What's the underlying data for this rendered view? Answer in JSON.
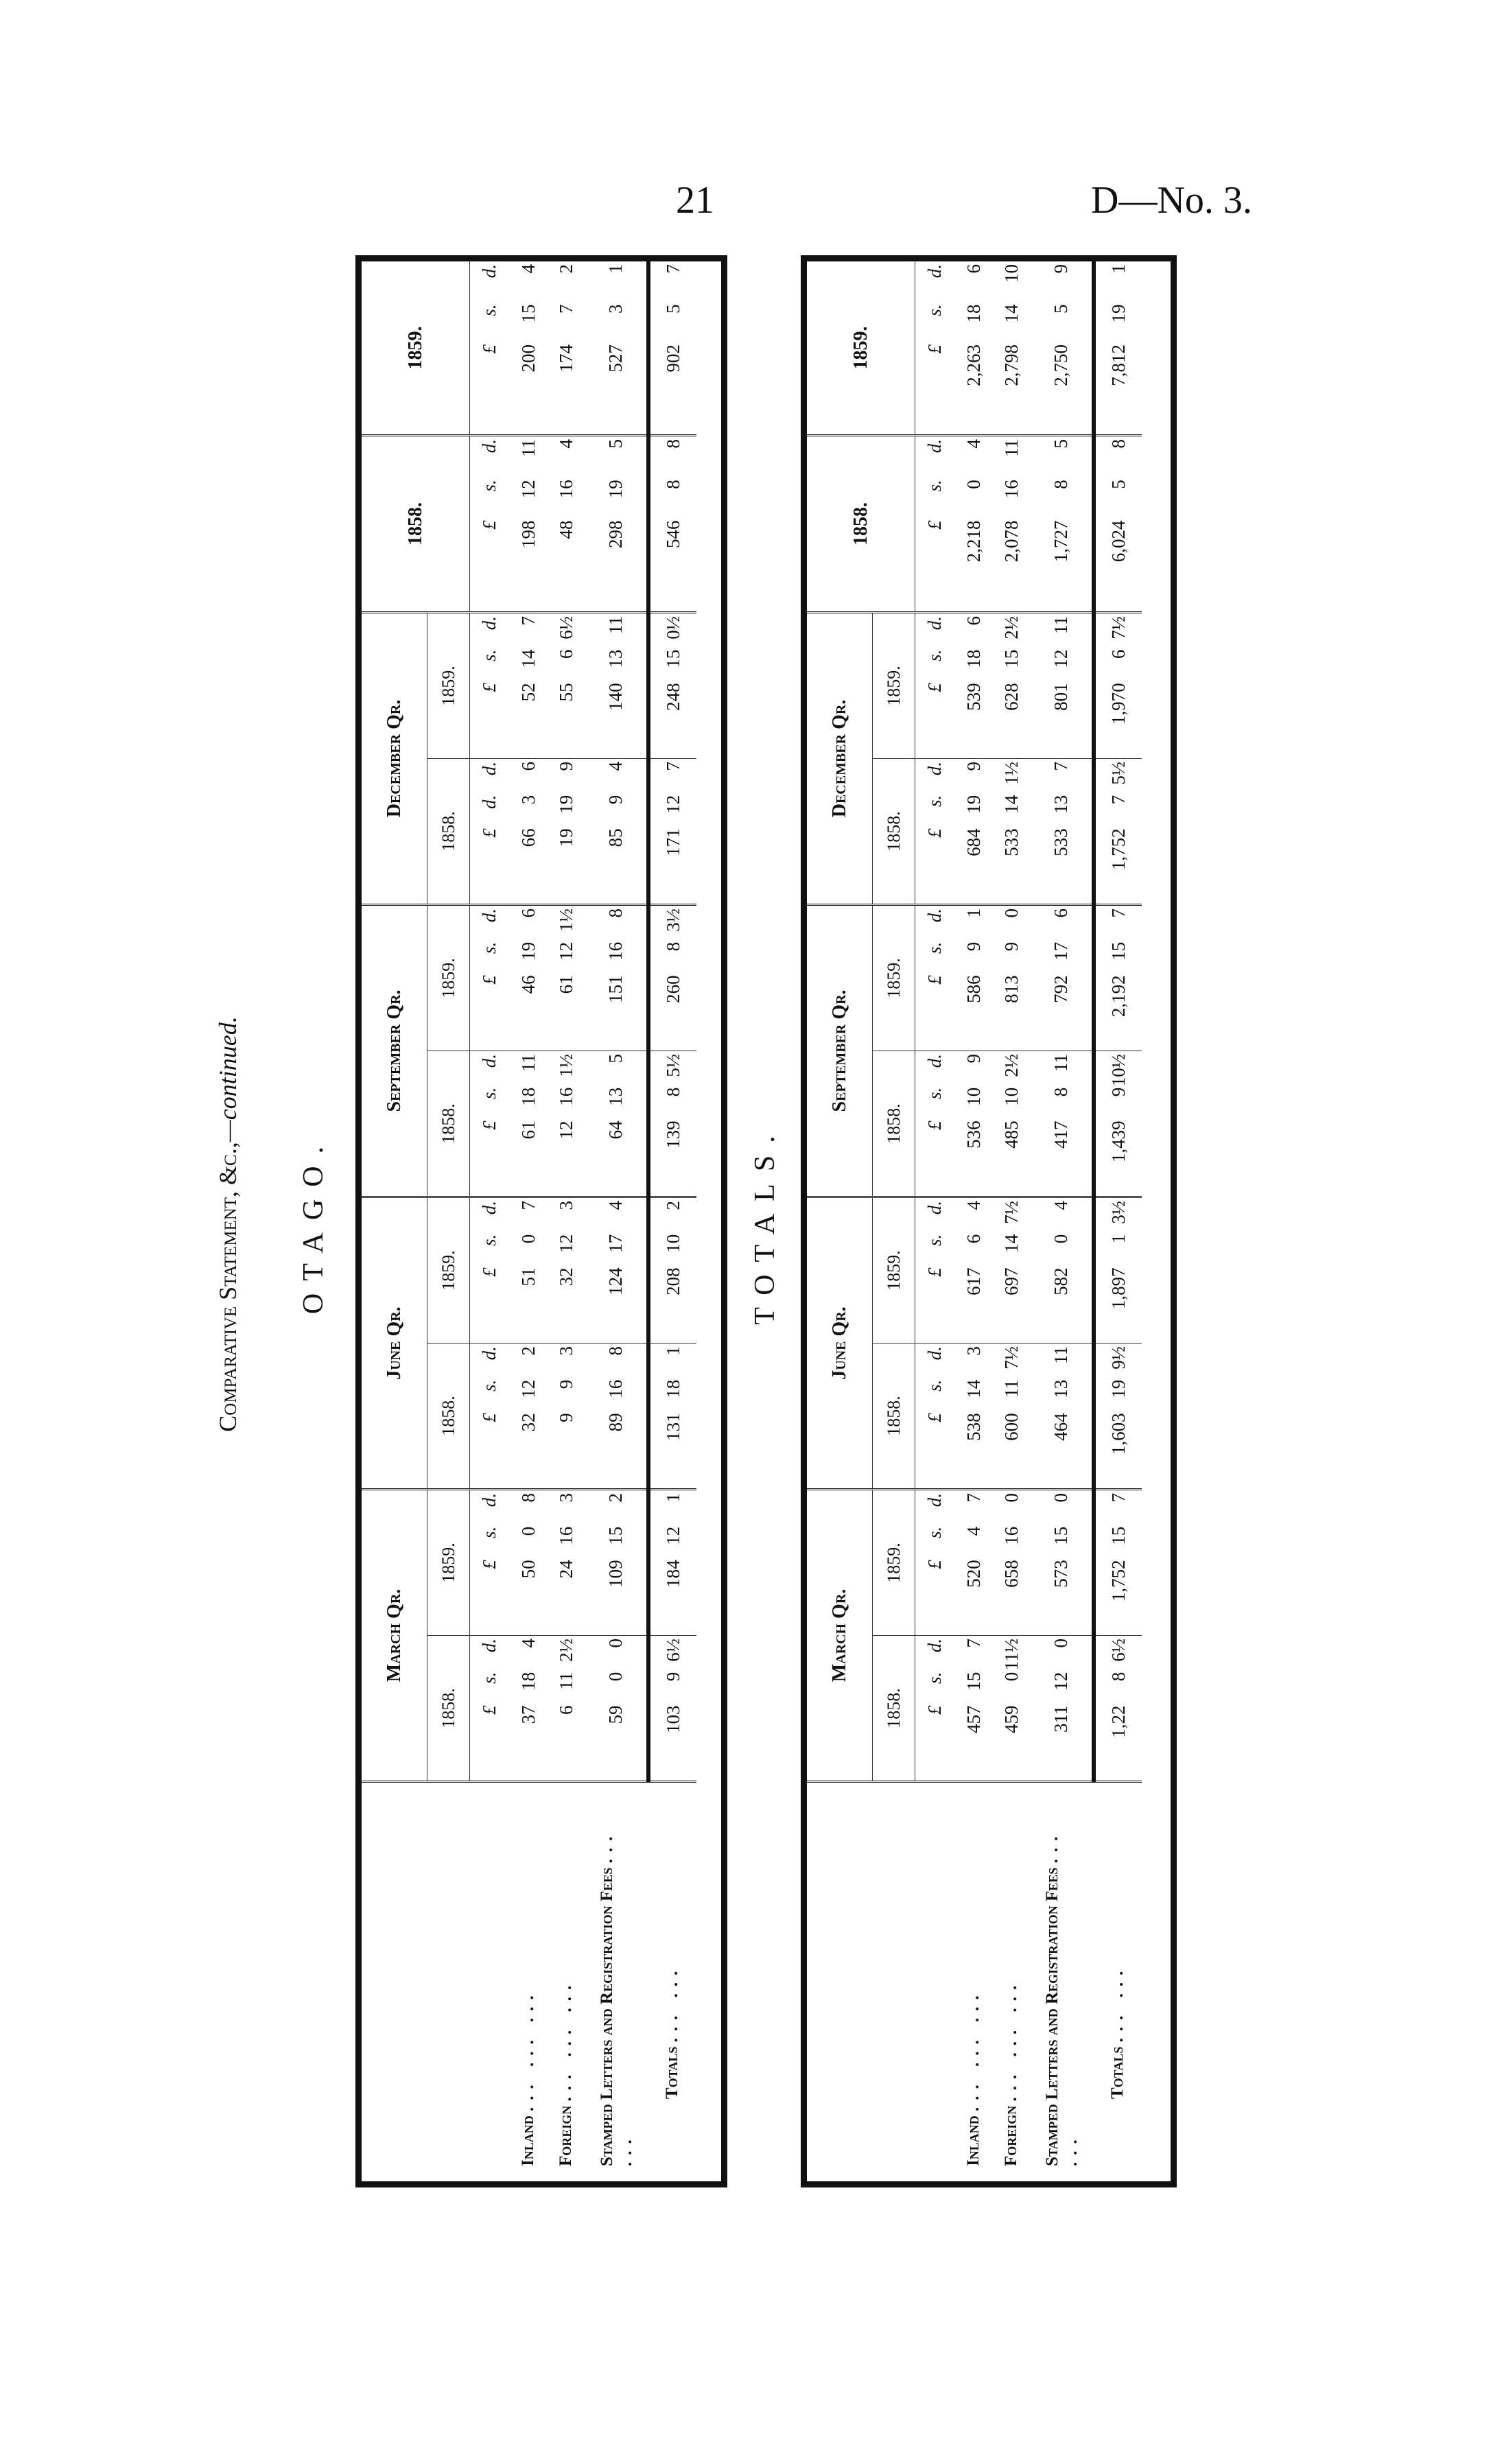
{
  "page": {
    "number": "21",
    "reference": "D—No. 3."
  },
  "title": {
    "main": "Comparative Statement, &c.,",
    "suffix": "—continued."
  },
  "tables": [
    {
      "heading": "OTAGO.",
      "quarters": [
        {
          "label": "March Qr.",
          "years": [
            "1858.",
            "1859."
          ]
        },
        {
          "label": "June Qr.",
          "years": [
            "1858.",
            "1859."
          ]
        },
        {
          "label": "September Qr.",
          "years": [
            "1858.",
            "1859."
          ]
        },
        {
          "label": "December Qr.",
          "years": [
            "1858.",
            "1859."
          ]
        }
      ],
      "annual_years": [
        "1858.",
        "1859."
      ],
      "units": [
        [
          "£",
          "s.",
          "d."
        ],
        [
          "£",
          "s.",
          "d."
        ],
        [
          "£",
          "s.",
          "d."
        ],
        [
          "£",
          "s.",
          "d."
        ],
        [
          "£",
          "s.",
          "d."
        ],
        [
          "£",
          "s.",
          "d."
        ],
        [
          "£",
          "d.",
          "d."
        ],
        [
          "£",
          "s.",
          "d."
        ],
        [
          "£",
          "s.",
          "d."
        ],
        [
          "£",
          "s.",
          "d."
        ]
      ],
      "rows": [
        {
          "label": "Inland",
          "leader": "... ... ...",
          "values": [
            [
              "37",
              "18",
              "4"
            ],
            [
              "50",
              "0",
              "8"
            ],
            [
              "32",
              "12",
              "2"
            ],
            [
              "51",
              "0",
              "7"
            ],
            [
              "61",
              "18",
              "11"
            ],
            [
              "46",
              "19",
              "6"
            ],
            [
              "66",
              "3",
              "6"
            ],
            [
              "52",
              "14",
              "7"
            ],
            [
              "198",
              "12",
              "11"
            ],
            [
              "200",
              "15",
              "4"
            ]
          ]
        },
        {
          "label": "Foreign",
          "leader": "... ... ...",
          "values": [
            [
              "6",
              "11",
              "2½"
            ],
            [
              "24",
              "16",
              "3"
            ],
            [
              "9",
              "9",
              "3"
            ],
            [
              "32",
              "12",
              "3"
            ],
            [
              "12",
              "16",
              "1½"
            ],
            [
              "61",
              "12",
              "1½"
            ],
            [
              "19",
              "19",
              "9"
            ],
            [
              "55",
              "6",
              "6½"
            ],
            [
              "48",
              "16",
              "4"
            ],
            [
              "174",
              "7",
              "2"
            ]
          ]
        },
        {
          "label": "Stamped Letters and Registration Fees",
          "leader": "... ...",
          "values": [
            [
              "59",
              "0",
              "0"
            ],
            [
              "109",
              "15",
              "2"
            ],
            [
              "89",
              "16",
              "8"
            ],
            [
              "124",
              "17",
              "4"
            ],
            [
              "64",
              "13",
              "5"
            ],
            [
              "151",
              "16",
              "8"
            ],
            [
              "85",
              "9",
              "4"
            ],
            [
              "140",
              "13",
              "11"
            ],
            [
              "298",
              "19",
              "5"
            ],
            [
              "527",
              "3",
              "1"
            ]
          ]
        },
        {
          "label": "Totals",
          "leader": "... ...",
          "values": [
            [
              "103",
              "9",
              "6½"
            ],
            [
              "184",
              "12",
              "1"
            ],
            [
              "131",
              "18",
              "1"
            ],
            [
              "208",
              "10",
              "2"
            ],
            [
              "139",
              "8",
              "5½"
            ],
            [
              "260",
              "8",
              "3½"
            ],
            [
              "171",
              "12",
              "7"
            ],
            [
              "248",
              "15",
              "0½"
            ],
            [
              "546",
              "8",
              "8"
            ],
            [
              "902",
              "5",
              "7"
            ]
          ]
        }
      ]
    },
    {
      "heading": "TOTALS.",
      "quarters": [
        {
          "label": "March Qr.",
          "years": [
            "1858.",
            "1859."
          ]
        },
        {
          "label": "June Qr.",
          "years": [
            "1858.",
            "1859."
          ]
        },
        {
          "label": "September Qr.",
          "years": [
            "1858.",
            "1859."
          ]
        },
        {
          "label": "December Qr.",
          "years": [
            "1858.",
            "1859."
          ]
        }
      ],
      "annual_years": [
        "1858.",
        "1859."
      ],
      "units": [
        [
          "£",
          "s.",
          "d."
        ],
        [
          "£",
          "s.",
          "d."
        ],
        [
          "£",
          "s.",
          "d."
        ],
        [
          "£",
          "s.",
          "d."
        ],
        [
          "£",
          "s.",
          "d."
        ],
        [
          "£",
          "s.",
          "d."
        ],
        [
          "£",
          "s.",
          "d."
        ],
        [
          "£",
          "s.",
          "d."
        ],
        [
          "£",
          "s.",
          "d."
        ],
        [
          "£",
          "s.",
          "d."
        ]
      ],
      "rows": [
        {
          "label": "Inland",
          "leader": "... ... ...",
          "values": [
            [
              "457",
              "15",
              "7"
            ],
            [
              "520",
              "4",
              "7"
            ],
            [
              "538",
              "14",
              "3"
            ],
            [
              "617",
              "6",
              "4"
            ],
            [
              "536",
              "10",
              "9"
            ],
            [
              "586",
              "9",
              "1"
            ],
            [
              "684",
              "19",
              "9"
            ],
            [
              "539",
              "18",
              "6"
            ],
            [
              "2,218",
              "0",
              "4"
            ],
            [
              "2,263",
              "18",
              "6"
            ]
          ]
        },
        {
          "label": "Foreign",
          "leader": "... ... ...",
          "values": [
            [
              "459",
              "0",
              "11½"
            ],
            [
              "658",
              "16",
              "0"
            ],
            [
              "600",
              "11",
              "7½"
            ],
            [
              "697",
              "14",
              "7½"
            ],
            [
              "485",
              "10",
              "2½"
            ],
            [
              "813",
              "9",
              "0"
            ],
            [
              "533",
              "14",
              "1½"
            ],
            [
              "628",
              "15",
              "2½"
            ],
            [
              "2,078",
              "16",
              "11"
            ],
            [
              "2,798",
              "14",
              "10"
            ]
          ]
        },
        {
          "label": "Stamped Letters and Registration Fees",
          "leader": "... ...",
          "values": [
            [
              "311",
              "12",
              "0"
            ],
            [
              "573",
              "15",
              "0"
            ],
            [
              "464",
              "13",
              "11"
            ],
            [
              "582",
              "0",
              "4"
            ],
            [
              "417",
              "8",
              "11"
            ],
            [
              "792",
              "17",
              "6"
            ],
            [
              "533",
              "13",
              "7"
            ],
            [
              "801",
              "12",
              "11"
            ],
            [
              "1,727",
              "8",
              "5"
            ],
            [
              "2,750",
              "5",
              "9"
            ]
          ]
        },
        {
          "label": "Totals",
          "leader": "... ...",
          "values": [
            [
              "1,22",
              "8",
              "6½"
            ],
            [
              "1,752",
              "15",
              "7"
            ],
            [
              "1,603",
              "19",
              "9½"
            ],
            [
              "1,897",
              "1",
              "3½"
            ],
            [
              "1,439",
              "9",
              "10½"
            ],
            [
              "2,192",
              "15",
              "7"
            ],
            [
              "1,752",
              "7",
              "5½"
            ],
            [
              "1,970",
              "6",
              "7½"
            ],
            [
              "6,024",
              "5",
              "8"
            ],
            [
              "7,812",
              "19",
              "1"
            ]
          ]
        }
      ]
    }
  ]
}
